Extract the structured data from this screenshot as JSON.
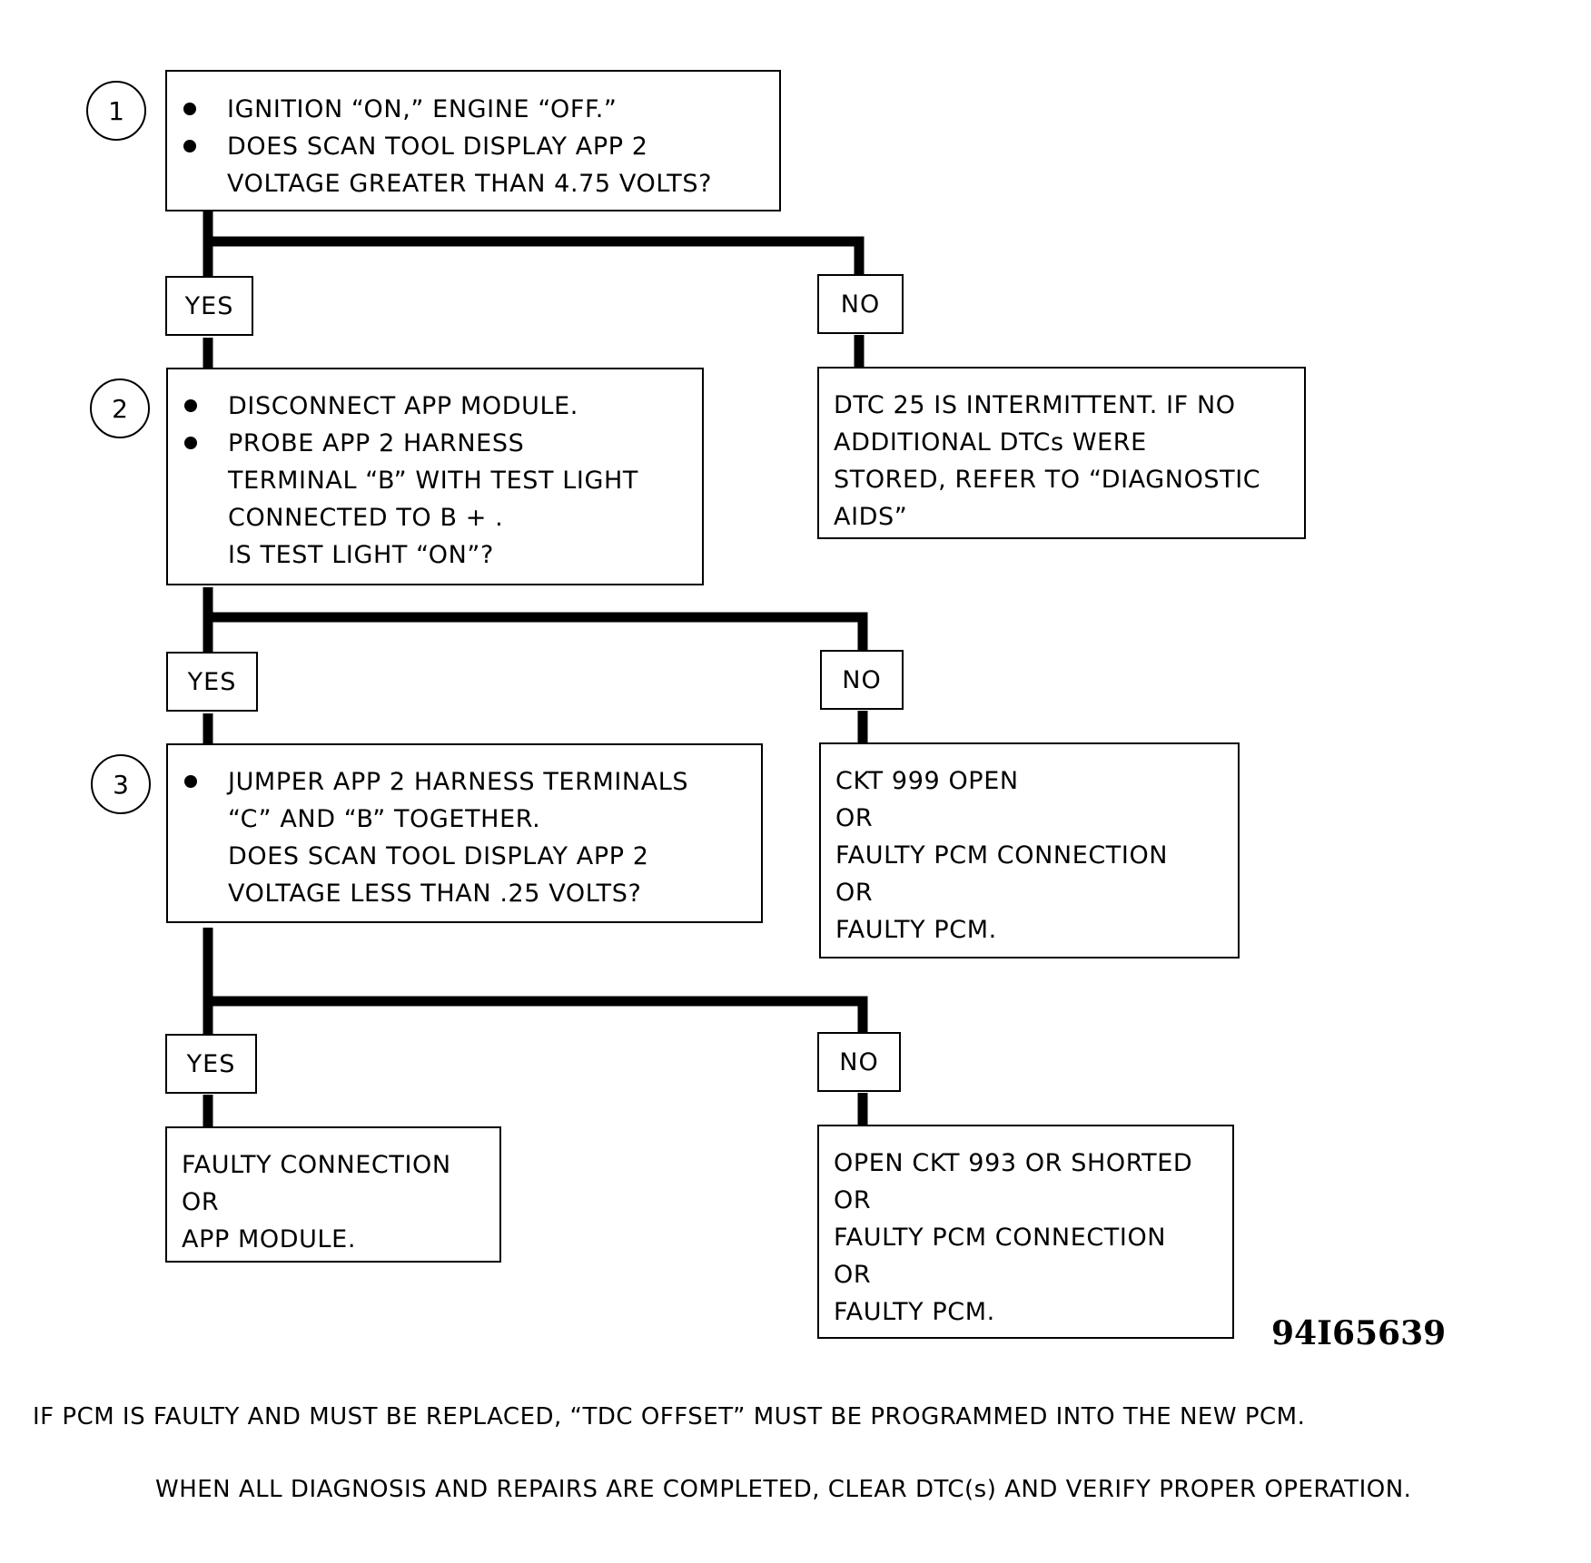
{
  "steps": [
    {
      "number": "1",
      "lines": [
        {
          "bullet": true,
          "text": "IGNITION “ON,” ENGINE “OFF.”"
        },
        {
          "bullet": true,
          "text": "DOES SCAN TOOL DISPLAY APP 2"
        },
        {
          "bullet": false,
          "text": "VOLTAGE GREATER THAN 4.75 VOLTS?"
        }
      ],
      "yes_label": "YES",
      "no_label": "NO",
      "no_result": [
        "DTC 25 IS INTERMITTENT.  IF NO",
        "ADDITIONAL DTCs WERE",
        "STORED, REFER TO “DIAGNOSTIC",
        "AIDS”"
      ]
    },
    {
      "number": "2",
      "lines": [
        {
          "bullet": true,
          "text": "DISCONNECT APP MODULE."
        },
        {
          "bullet": true,
          "text": "PROBE APP 2 HARNESS"
        },
        {
          "bullet": false,
          "text": "TERMINAL “B” WITH TEST LIGHT"
        },
        {
          "bullet": false,
          "text": "CONNECTED TO B + ."
        },
        {
          "bullet": false,
          "text": "IS TEST LIGHT “ON”?"
        }
      ],
      "yes_label": "YES",
      "no_label": "NO",
      "no_result": [
        "CKT 999 OPEN",
        "OR",
        "FAULTY PCM CONNECTION",
        "OR",
        "FAULTY PCM."
      ]
    },
    {
      "number": "3",
      "lines": [
        {
          "bullet": true,
          "text": "JUMPER APP 2 HARNESS TERMINALS"
        },
        {
          "bullet": false,
          "text": "“C” AND “B” TOGETHER."
        },
        {
          "bullet": false,
          "text": "DOES SCAN TOOL DISPLAY APP 2"
        },
        {
          "bullet": false,
          "text": "VOLTAGE LESS THAN .25 VOLTS?"
        }
      ],
      "yes_label": "YES",
      "no_label": "NO",
      "yes_result": [
        "FAULTY CONNECTION",
        "OR",
        "APP MODULE."
      ],
      "no_result": [
        "OPEN CKT 993 OR SHORTED",
        "OR",
        "FAULTY PCM CONNECTION",
        "OR",
        "FAULTY PCM."
      ]
    }
  ],
  "figure_id": "94I65639",
  "notes": [
    "IF PCM IS FAULTY AND MUST BE REPLACED, “TDC OFFSET” MUST BE PROGRAMMED INTO THE NEW PCM.",
    "WHEN ALL DIAGNOSIS AND REPAIRS ARE COMPLETED, CLEAR DTC(s) AND VERIFY PROPER OPERATION."
  ]
}
